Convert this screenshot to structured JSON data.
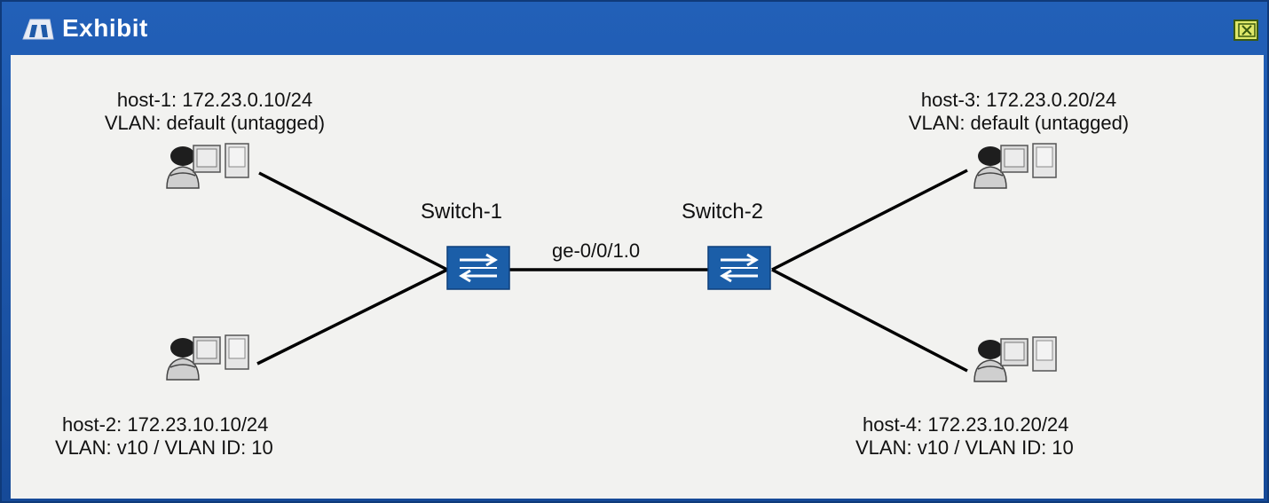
{
  "window": {
    "title": "Exhibit",
    "close_label": "close"
  },
  "diagram": {
    "hosts": [
      {
        "id": "host-1",
        "line1": "host-1: 172.23.0.10/24",
        "line2": "VLAN: default (untagged)"
      },
      {
        "id": "host-2",
        "line1": "host-2: 172.23.10.10/24",
        "line2": "VLAN: v10 / VLAN ID: 10"
      },
      {
        "id": "host-3",
        "line1": "host-3: 172.23.0.20/24",
        "line2": "VLAN: default (untagged)"
      },
      {
        "id": "host-4",
        "line1": "host-4: 172.23.10.20/24",
        "line2": "VLAN: v10 / VLAN ID: 10"
      }
    ],
    "switches": [
      {
        "id": "switch-1",
        "label": "Switch-1"
      },
      {
        "id": "switch-2",
        "label": "Switch-2"
      }
    ],
    "trunk_link_label": "ge-0/0/1.0"
  },
  "colors": {
    "titlebar": "#1a55a8",
    "switch": "#1b5ea8",
    "close_button": "#dfe86a"
  }
}
